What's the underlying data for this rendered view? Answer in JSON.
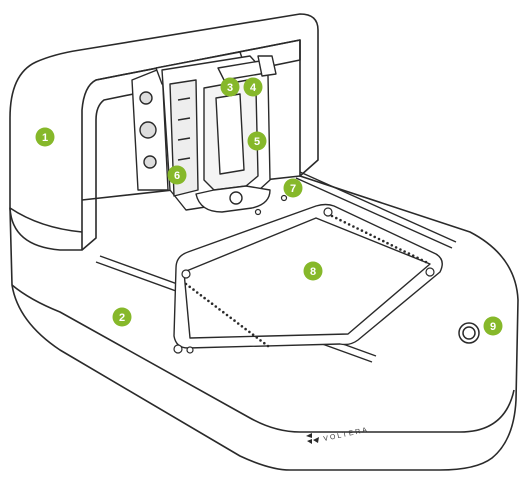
{
  "brand": {
    "name": "VOLTERA",
    "logo_icon": "voltera-logo-icon"
  },
  "colors": {
    "callout_fill": "#86b82a",
    "callout_text": "#ffffff",
    "outline": "#2a2a2a",
    "body_fill": "#ffffff"
  },
  "callouts": [
    {
      "label": "1"
    },
    {
      "label": "2"
    },
    {
      "label": "3"
    },
    {
      "label": "4"
    },
    {
      "label": "5"
    },
    {
      "label": "6"
    },
    {
      "label": "7"
    },
    {
      "label": "8"
    },
    {
      "label": "9"
    }
  ]
}
